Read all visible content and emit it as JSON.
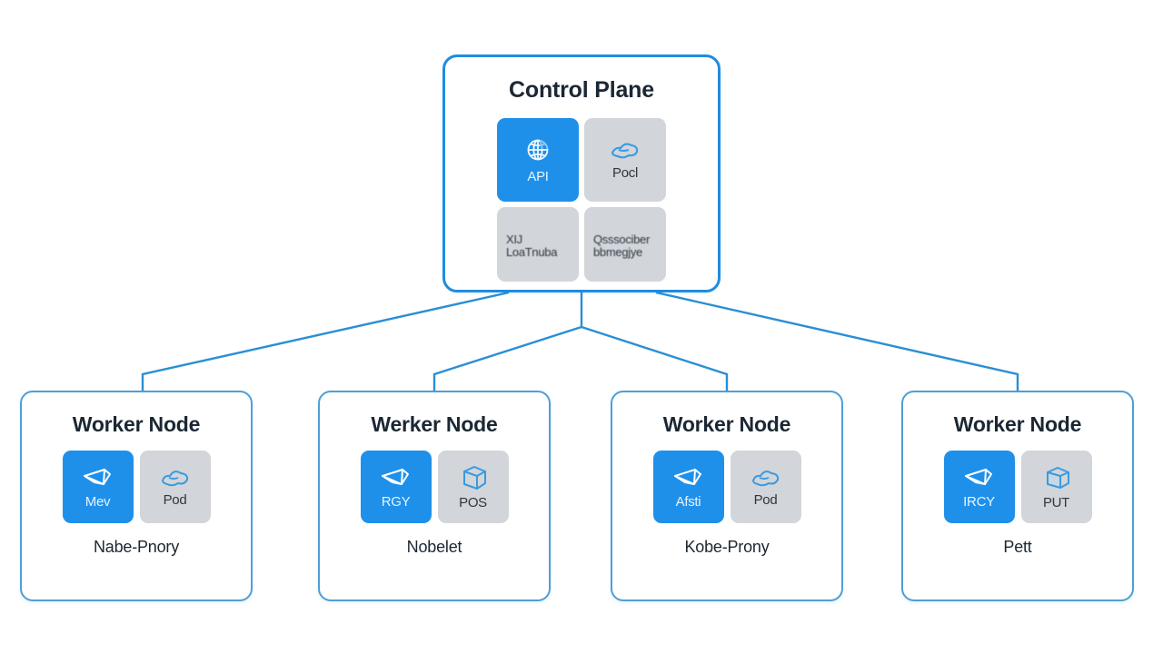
{
  "diagram": {
    "type": "kubernetes-cluster-architecture",
    "background_color": "#ffffff",
    "accent_blue": "#1f90ea",
    "border_blue": "#1f8ce0",
    "node_border_blue": "#4f9ed6",
    "tile_gray": "#d2d5d9",
    "text_dark": "#1b2733"
  },
  "control_plane": {
    "title": "Control Plane",
    "tiles": [
      {
        "label": "API",
        "icon": "api-server-globe-icon",
        "style": "blue"
      },
      {
        "label": "Pocl",
        "icon": "scheduler-icon",
        "style": "gray"
      },
      {
        "label": "XIJ\nLoaTnuba",
        "icon": "none",
        "style": "gray"
      },
      {
        "label": "Qsssociber\nbbmegjye",
        "icon": "none",
        "style": "gray"
      }
    ]
  },
  "worker_nodes": [
    {
      "title": "Worker Node",
      "caption": "Nabe-Pnory",
      "tiles": [
        {
          "label": "Mev",
          "icon": "kubelet-wing-icon",
          "style": "blue"
        },
        {
          "label": "Pod",
          "icon": "pod-blob-icon",
          "style": "gray"
        }
      ]
    },
    {
      "title": "Werker Node",
      "caption": "Nobelet",
      "tiles": [
        {
          "label": "RGY",
          "icon": "kubelet-wing-icon",
          "style": "blue"
        },
        {
          "label": "POS",
          "icon": "pod-cube-icon",
          "style": "gray"
        }
      ]
    },
    {
      "title": "Worker Node",
      "caption": "Kobe-Prony",
      "tiles": [
        {
          "label": "Afsti",
          "icon": "kubelet-wing-icon",
          "style": "blue"
        },
        {
          "label": "Pod",
          "icon": "pod-blob-icon",
          "style": "gray"
        }
      ]
    },
    {
      "title": "Worker Node",
      "caption": "Pett",
      "tiles": [
        {
          "label": "IRCY",
          "icon": "kubelet-wing-icon",
          "style": "blue"
        },
        {
          "label": "PUT",
          "icon": "pod-cube-icon",
          "style": "gray"
        }
      ]
    }
  ],
  "connectors": {
    "count": 4,
    "style": "elbow-diagonal",
    "color": "#2a8fd4"
  }
}
